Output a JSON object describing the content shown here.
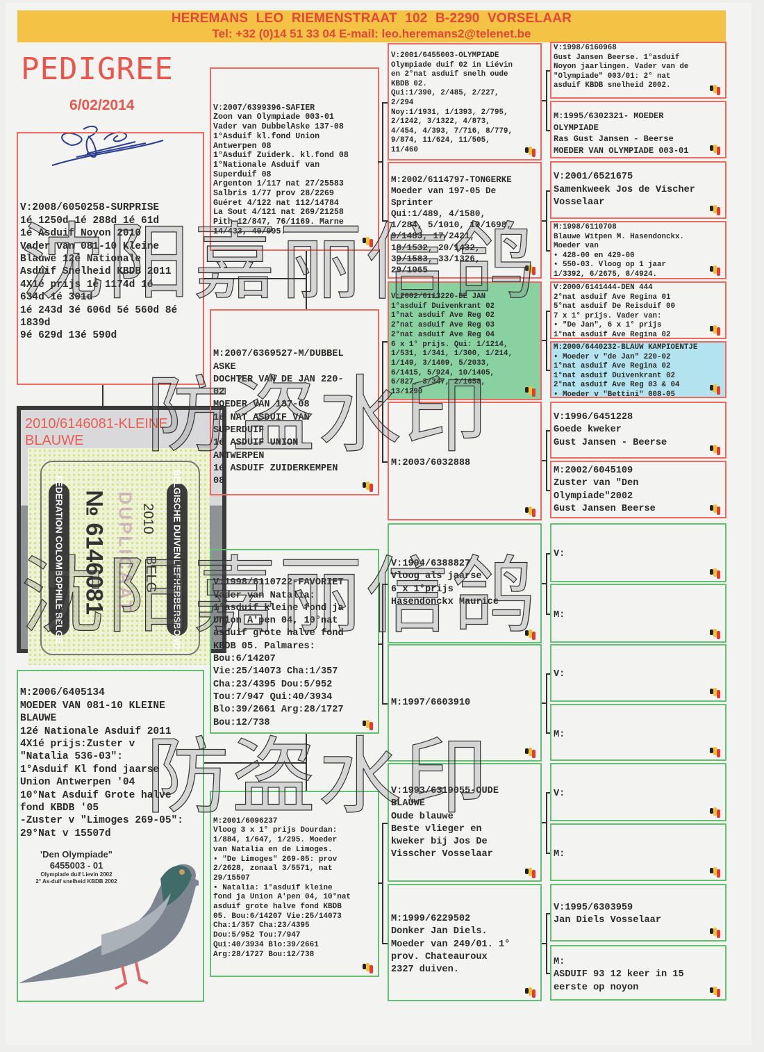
{
  "header": {
    "line1": "HEREMANS LEO    RIEMENSTRAAT 102   B-2290  VORSELAAR",
    "line2": "Tel: +32 (0)14 51 33 04   E-mail: leo.heremans2@telenet.be"
  },
  "title": "PEDIGREE",
  "date": "6/02/2014",
  "subject": "V:2008/6050258-SURPRISE\n1é 1250d 1é 288d 1é 61d\n1é Asduif Noyon 2010\nVader van 081-10 Kleine\nBlauwe 12é Nationale\nAsduif Snelheid KBDB 2011\n4X1é prijs 1é 1174d 1é\n634d 1é 301d\n1é 243d 3é 606d 5é 560d 8é\n1839d\n9é 629d 13é 590d",
  "photo": {
    "title": "2010/6146081-KLEINE\nBLAUWE",
    "ring": {
      "left_band": "FEDERATION COLOMBOPHILE BELGE",
      "right_band": "BELGISCHE DUIVENLIEFHEBBERSBOND",
      "number": "№ 6146081",
      "year": "2010",
      "country": "BELG",
      "stamp": "DUPLICAAT"
    }
  },
  "mother": "M:2006/6405134\nMOEDER VAN 081-10 KLEINE\nBLAUWE\n12é Nationale Asduif 2011\n4X1é prijs:Zuster v\n\"Natalia 536-03\":\n1°Asduif Kl fond jaarse\nUnion Antwerpen '04\n10°Nat Asduif Grote halve\nfond KBDB '05\n-Zuster v \"Limoges 269-05\":\n29°Nat v 15507d",
  "pigeon_caption": {
    "name": "'Den Olympiade\"",
    "ring": "6455003 - 01",
    "note1": "Olympiade duif Lievin 2002",
    "note2": "2° As-duif snelheid KBDB 2002"
  },
  "col2": [
    "V:2007/6399396-SAFIER\nZoon van Olympiade 003-01\nVader van DubbelAske 137-08\n1°Asduif kl.fond Union\nAntwerpen 08\n1°Asduif Zuiderk. kl.fond 08\n1°Nationale Asduif van\nSuperduif 08\nArgenton 1/117 nat 27/25583\nSalbris 1/77 prov 28/2269\nGuéret 4/122 nat 112/14784\nLa Sout 4/121 nat 269/21258\nPith 12/847, 76/1169. Marne\n14/433, 40/995.",
    "M:2007/6369527-M/DUBBEL\nASKE\nDOCHTER VAN DE JAN 220-\n02\nMOEDER VAN 137-08\n1é NAT ASDUIF VAN\nSUPERDUIF\n1é ASDUIF UNION\nANTWERPEN\n1é ASDUIF ZUIDERKEMPEN\n08",
    "V:1998/6110722-FAVORIET\nVader van Natalia:\n1°asduif kleine fond ja\nUnion A'pen 04, 10°nat\nasduif grote halve fond\nKBDB 05. Palmares:\nBou:6/14207\nVie:25/14073 Cha:1/357\nCha:23/4395 Dou:5/952\nTou:7/947 Qui:40/3934\nBlo:39/2661 Arg:28/1727\nBou:12/738",
    "M:2001/6096237\nVloog 3 x 1° prijs Dourdan:\n1/884, 1/647, 1/295. Moeder\nvan Natalia en de Limoges.\n• \"De Limoges\" 269-05: prov\n2/2628, zonaal 3/5571, nat\n29/15507\n• Natalia: 1°asduif kleine\nfond ja Union A'pen 04, 10°nat\nasduif grote halve fond KBDB\n05. Bou:6/14207 Vie:25/14073\nCha:1/357 Cha:23/4395\nDou:5/952 Tou:7/947\nQui:40/3934 Blo:39/2661\nArg:28/1727 Bou:12/738"
  ],
  "col3": [
    "V:2001/6455003-OLYMPIADE\nOlympiade duif 02 in Liévin\nen 2°nat asduif snelh oude\nKBDB 02.\nQui:1/390, 2/485, 2/227,\n2/294\nNoy:1/1931, 1/1393, 2/795,\n2/1242, 3/1322, 4/873,\n4/454, 4/393, 7/716, 8/779,\n9/874, 11/624, 11/505,\n11/460",
    "M:2002/6114797-TONGERKE\nMoeder van 197-05 De\nSprinter\nQui:1/489, 4/1580,\n1/284, 5/1010, 10/1698,\n9/1483, 17/2421,\n18/1532, 20/1432,\n39/1583, 33/1326,\n29/1065",
    "V:2002/6113220-DE JAN\n1°asduif Duivenkrant 02\n1°nat asduif Ave Reg 02\n2°nat asduif Ave Reg 03\n2°nat asduif Ave Reg 04\n6 x 1° prijs. Qui: 1/1214,\n1/531, 1/341, 1/300, 1/214,\n1/149, 3/1409, 5/2033,\n6/1415, 5/924, 10/1405,\n6/827, 3/347, 2/1658,\n13/1290",
    "M:2003/6032888",
    "V:1994/6388827\nVloog als jaarse\n6 x 1°prijs\nHasendonckx Maurice",
    "M:1997/6603910",
    "V:1993/6319055-OUDE\nBLAUWE\nOude blauwe\nBeste vlieger en\nkweker bij Jos De\nVisscher Vosselaar",
    "M:1999/6229502\nDonker Jan Diels.\nMoeder van 249/01. 1°\nprov. Chateauroux\n2327 duiven."
  ],
  "col4": [
    "V:1998/6160968\nGust Jansen Beerse. 1°asduif\nNoyon jaarlingen. Vader van de\n\"Olympiade\" 003/01: 2° nat\nasduif KBDB snelheid 2002.",
    "M:1995/6302321- MOEDER\nOLYMPIADE\nRas Gust Jansen - Beerse\nMOEDER VAN OLYMPIADE 003-01",
    "V:2001/6521675\nSamenkweek Jos de Vischer\nVosselaar",
    "M:1998/6110708\nBlauwe Witpen M. Hasendonckx.\nMoeder van\n• 428-00 en 429-00\n• 550-03. Vloog op 1 jaar\n1/3392, 6/2675, 8/4924.",
    "V:2000/6141444-DEN 444\n2°nat asduif Ave Regina 01\n5°nat asduif De Reisduif 00\n7 x 1° prijs. Vader van:\n• \"De Jan\", 6 x 1° prijs\n1°nat asduif Ave Regina 02",
    "M:2000/6440232-BLAUW KAMPIOENTJE\n• Moeder v \"de Jan\" 220-02\n1°nat asduif Ave Regina 02\n1°nat asduif Duivenkrant 02\n2°nat asduif Ave Reg 03 & 04\n• Moeder v \"Bettini\" 008-05",
    "V:1996/6451228\nGoede kweker\nGust Jansen - Beerse",
    "M:2002/6045109\nZuster van \"Den\nOlympiade\"2002\nGust Jansen Beerse",
    "V:",
    "M:",
    "V:",
    "M:",
    "V:",
    "M:",
    "V:1995/6303959\nJan Diels Vosselaar",
    "M:\nASDUIF 93 12 keer in 15\neerste op noyon"
  ],
  "watermarks": [
    "沈阳嘉丽信鸽",
    "防盗水印",
    "沈阳嘉丽信鸽",
    "防盗水印"
  ],
  "colors": {
    "red": "#ec6a60",
    "green": "#63c072",
    "header": "#f4c244",
    "green_fill": "#8ad1a2",
    "blue_fill": "#b2e3ee"
  }
}
